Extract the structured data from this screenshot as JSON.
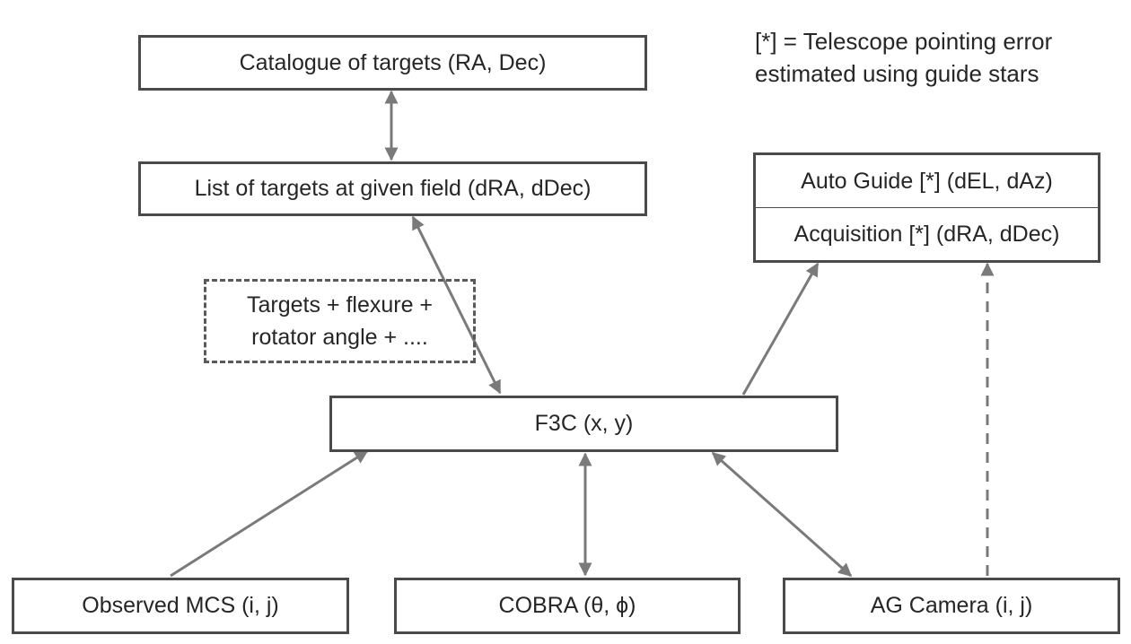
{
  "legend": {
    "line1": "[*] = Telescope pointing error",
    "line2": "estimated using guide stars"
  },
  "nodes": {
    "catalogue": "Catalogue of targets (RA, Dec)",
    "target_list": "List of targets at given field (dRA, dDec)",
    "corrections_line1": "Targets + flexure +",
    "corrections_line2": "rotator angle + ....",
    "auto_guide": "Auto Guide [*] (dEL, dAz)",
    "acquisition": "Acquisition [*] (dRA, dDec)",
    "f3c": "F3C (x, y)",
    "observed_mcs": "Observed MCS (i, j)",
    "cobra": "COBRA (θ, ϕ)",
    "ag_camera": "AG Camera (i, j)"
  },
  "colors": {
    "box_border": "#4a4a4a",
    "arrow": "#7a7a7a",
    "text": "#262626"
  }
}
